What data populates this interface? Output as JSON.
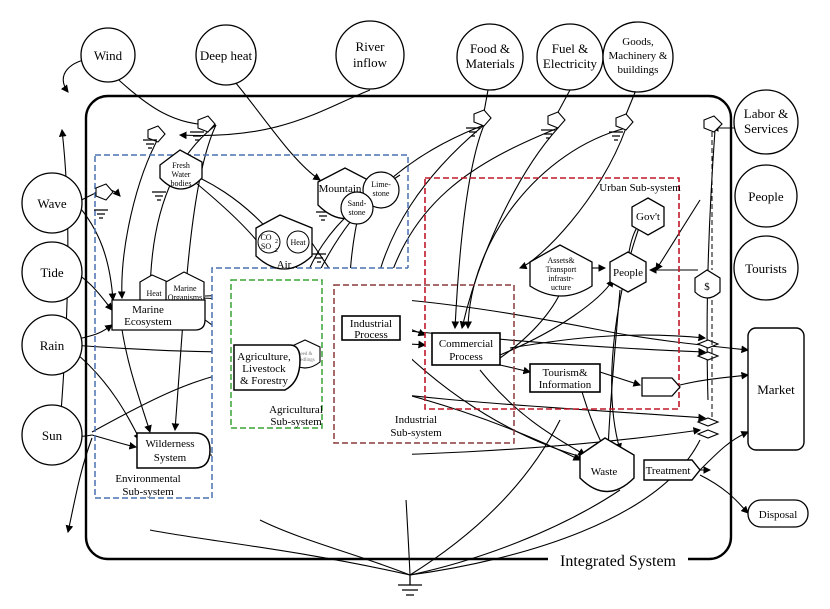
{
  "sources": {
    "wind": "Wind",
    "deep_heat": "Deep heat",
    "river_inflow": [
      "River",
      "inflow"
    ],
    "food_materials": [
      "Food &",
      "Materials"
    ],
    "fuel_electricity": [
      "Fuel &",
      "Electricity"
    ],
    "goods": [
      "Goods,",
      "Machinery &",
      "buildings"
    ],
    "labor_services": [
      "Labor &",
      "Services"
    ],
    "people": "People",
    "tourists": "Tourists",
    "wave": "Wave",
    "tide": "Tide",
    "rain": "Rain",
    "sun": "Sun"
  },
  "tanks": {
    "fresh_water": [
      "Fresh",
      "Water",
      "bodies"
    ],
    "mountain": "Mountain",
    "limestone": [
      "Lime-",
      "stone"
    ],
    "sandstone": [
      "Sand-",
      "stone"
    ],
    "co2": "CO",
    "so2": "SO",
    "sub2": "2",
    "heat_air": "Heat",
    "air": "Air",
    "heat_marine": "Heat",
    "marine_organisms": [
      "Marine",
      "Organisms"
    ],
    "seed": [
      "Seed &",
      "Seedlings"
    ],
    "gov": "Gov't",
    "people_urban": "People",
    "assets": [
      "Assets&",
      "Transport",
      "infrastr-",
      "ucture"
    ],
    "money": "$",
    "waste": "Waste"
  },
  "processes": {
    "marine": [
      "Marine",
      "Ecosystem"
    ],
    "wilderness": [
      "Wilderness",
      "System"
    ],
    "agri": [
      "Agriculture,",
      "Livestock",
      "& Forestry"
    ],
    "industrial": [
      "Industrial",
      "Process"
    ],
    "commercial": [
      "Commercial",
      "Process"
    ],
    "tourism": [
      "Tourism&",
      "Information"
    ],
    "treatment": "Treatment",
    "market": "Market",
    "disposal": "Disposal"
  },
  "subsystems": {
    "environmental": [
      "Environmental",
      "Sub-system"
    ],
    "agricultural": [
      "Agricultural",
      "Sub-system"
    ],
    "industrial": [
      "Industrial",
      "Sub-system"
    ],
    "urban": "Urban Sub-system"
  },
  "system_title": "Integrated System",
  "colors": {
    "environmental": "#4a72b0",
    "agricultural": "#3aa335",
    "industrial": "#8b3a3a",
    "urban": "#c0182a"
  }
}
